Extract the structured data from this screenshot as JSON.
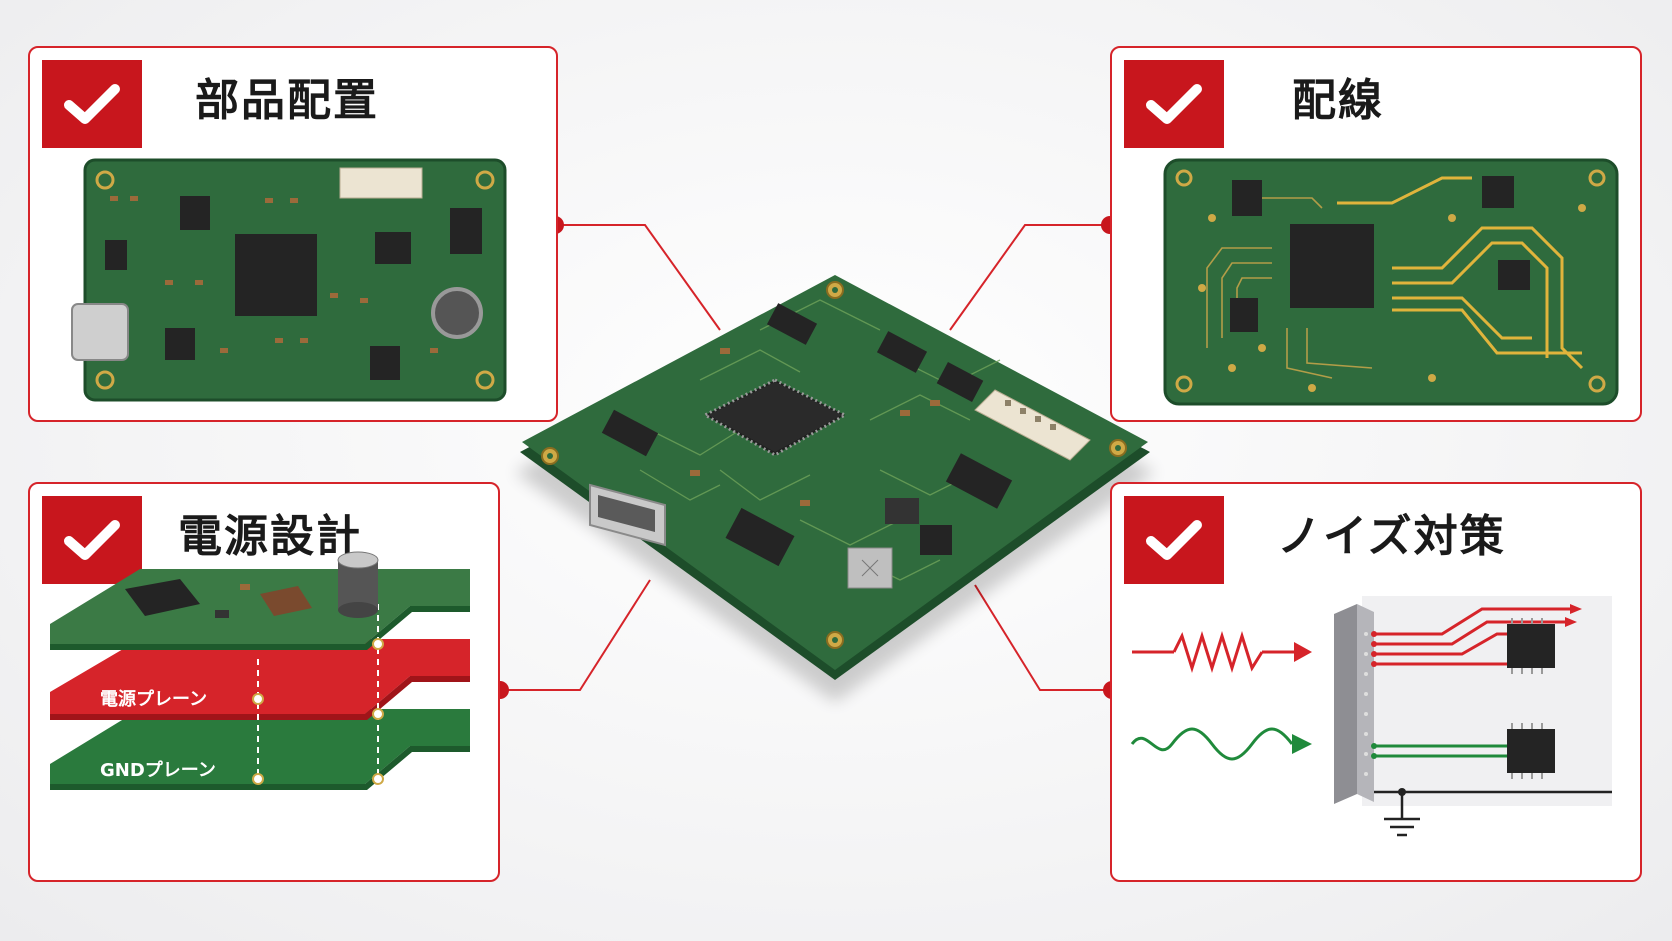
{
  "cards": {
    "placement": {
      "title": "部品配置"
    },
    "routing": {
      "title": "配線"
    },
    "power": {
      "title": "電源設計",
      "power_plane_label": "電源プレーン",
      "gnd_plane_label": "GNDプレーン"
    },
    "noise": {
      "title": "ノイズ対策"
    }
  },
  "colors": {
    "accent_red": "#c8161d",
    "border_red": "#d6242a",
    "pcb_green": "#2f6b3d",
    "trace_gold": "#d4a73a",
    "chip_black": "#222222"
  },
  "icons": [
    "check-icon",
    "pcb-board-icon",
    "ground-symbol-icon"
  ]
}
